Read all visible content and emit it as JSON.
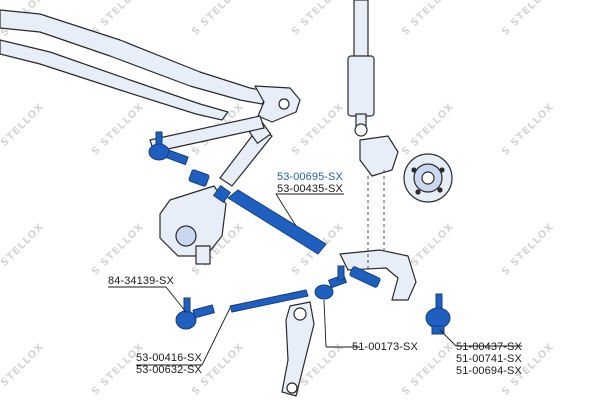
{
  "brand": {
    "watermark": "STELLOX",
    "logo_letter": "S"
  },
  "colors": {
    "part_blue": "#1f5fbf",
    "outline": "#2a2a2a",
    "fill": "#c9d7ef",
    "fill_light": "#e8eef8"
  },
  "callouts": {
    "steering_damper": [
      "53-00695-SX",
      "53-00435-SX"
    ],
    "tie_rod_end_left": [
      "84-34139-SX"
    ],
    "tie_rod": [
      "53-00416-SX",
      "53-00632-SX"
    ],
    "tie_rod_end_right": [
      "51-00173-SX"
    ],
    "ball_joint": [
      "51-00437-SX",
      "51-00741-SX",
      "51-00694-SX"
    ]
  }
}
